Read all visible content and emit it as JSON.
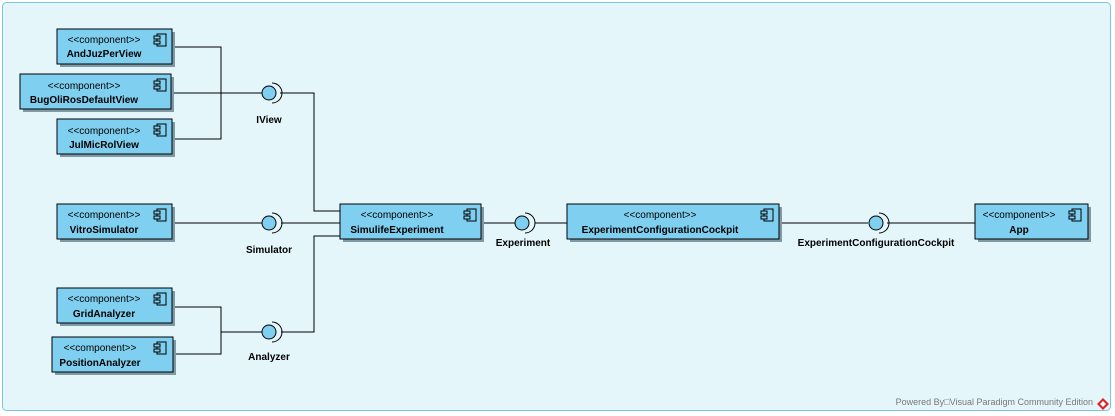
{
  "components": [
    {
      "id": "andjuz",
      "stereotype": "<<component>>",
      "name": "AndJuzPerView"
    },
    {
      "id": "bugoli",
      "stereotype": "<<component>>",
      "name": "BugOliRosDefaultView"
    },
    {
      "id": "julmic",
      "stereotype": "<<component>>",
      "name": "JulMicRolView"
    },
    {
      "id": "vitro",
      "stereotype": "<<component>>",
      "name": "VitroSimulator"
    },
    {
      "id": "grid",
      "stereotype": "<<component>>",
      "name": "GridAnalyzer"
    },
    {
      "id": "position",
      "stereotype": "<<component>>",
      "name": "PositionAnalyzer"
    },
    {
      "id": "simulife",
      "stereotype": "<<component>>",
      "name": "SimulifeExperiment"
    },
    {
      "id": "cockpit",
      "stereotype": "<<component>>",
      "name": "ExperimentConfigurationCockpit"
    },
    {
      "id": "app",
      "stereotype": "<<component>>",
      "name": "App"
    }
  ],
  "interfaces": [
    {
      "id": "iview",
      "name": "IView"
    },
    {
      "id": "simulator",
      "name": "Simulator"
    },
    {
      "id": "analyzer",
      "name": "Analyzer"
    },
    {
      "id": "experiment",
      "name": "Experiment"
    },
    {
      "id": "eccockpit",
      "name": "ExperimentConfigurationCockpit"
    }
  ],
  "footer": {
    "text": "Powered By□Visual Paradigm Community Edition"
  }
}
